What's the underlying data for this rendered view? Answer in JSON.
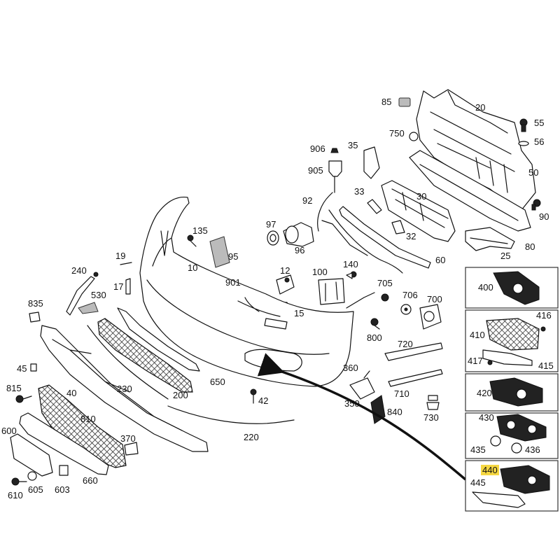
{
  "diagram": {
    "labels": {
      "p20": "20",
      "p55": "55",
      "p56": "56",
      "p50": "50",
      "p90": "90",
      "p80": "80",
      "p85": "85",
      "p750": "750",
      "p35": "35",
      "p906": "906",
      "p905": "905",
      "p30": "30",
      "p33": "33",
      "p32": "32",
      "p25": "25",
      "p60": "60",
      "p92": "92",
      "p97": "97",
      "p96": "96",
      "p135": "135",
      "p95": "95",
      "p10": "10",
      "p901": "901",
      "p19": "19",
      "p17": "17",
      "p240": "240",
      "p530": "530",
      "p12": "12",
      "p15": "15",
      "p100": "100",
      "p140": "140",
      "p705": "705",
      "p706": "706",
      "p700": "700",
      "p800": "800",
      "p720": "720",
      "p835": "835",
      "p45": "45",
      "p815": "815",
      "p40": "40",
      "p230": "230",
      "p650": "650",
      "p200": "200",
      "p360": "360",
      "p710": "710",
      "p350": "350",
      "p840": "840",
      "p730": "730",
      "p42": "42",
      "p810": "810",
      "p370": "370",
      "p220": "220",
      "p600": "600",
      "p660": "660",
      "p605": "605",
      "p603": "603",
      "p610": "610"
    },
    "inset": {
      "p400": "400",
      "p410": "410",
      "p416": "416",
      "p417": "417",
      "p415": "415",
      "p420": "420",
      "p430": "430",
      "p435": "435",
      "p436": "436",
      "p440": "440",
      "p445": "445"
    },
    "highlight_color": "#f5d742"
  }
}
